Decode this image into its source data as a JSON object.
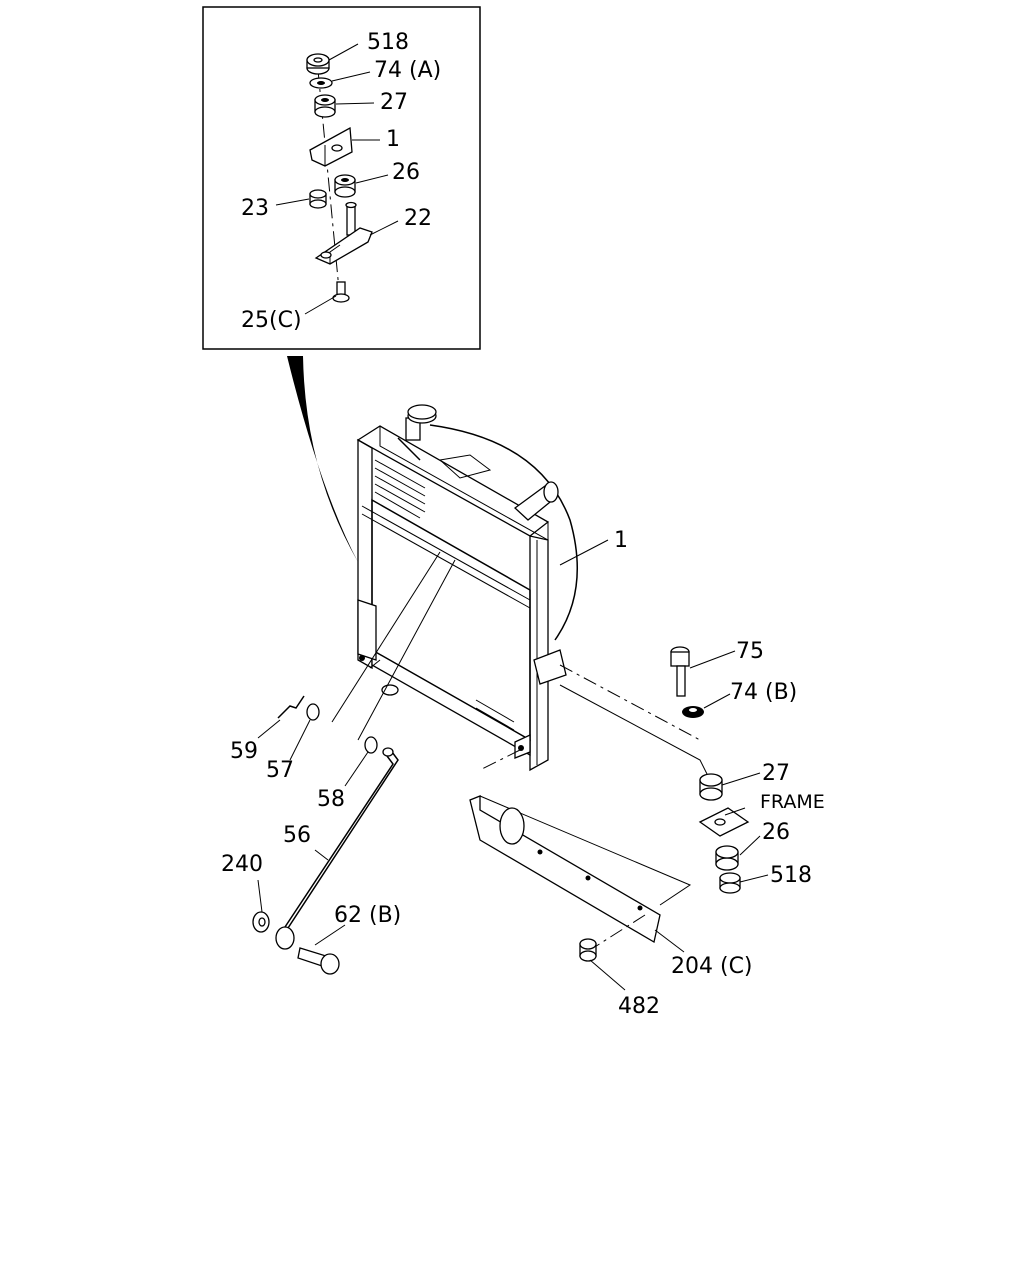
{
  "labels": {
    "inset_518": "518",
    "inset_74a": "74 (A)",
    "inset_27": "27",
    "inset_1": "1",
    "inset_26": "26",
    "inset_23": "23",
    "inset_22": "22",
    "inset_25c": "25(C)",
    "main_1": "1",
    "main_75": "75",
    "main_74b": "74 (B)",
    "main_59": "59",
    "main_57": "57",
    "main_58": "58",
    "main_27": "27",
    "main_frame": "FRAME",
    "main_26": "26",
    "main_518": "518",
    "main_56": "56",
    "main_240": "240",
    "main_62b": "62 (B)",
    "main_204c": "204 (C)",
    "main_482": "482"
  }
}
